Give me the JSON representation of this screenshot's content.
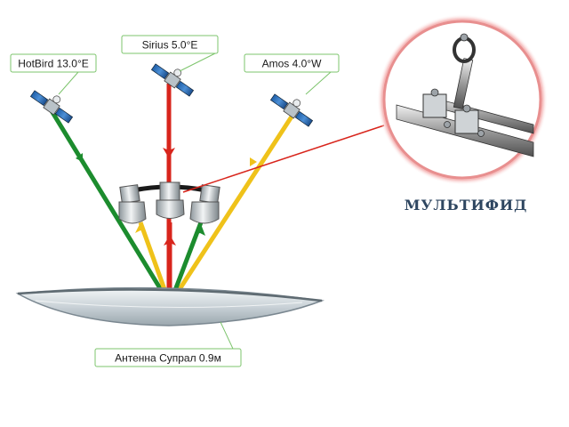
{
  "satellites": [
    {
      "id": "hotbird",
      "label": "HotBird 13.0°E",
      "color": "#1c8c2e"
    },
    {
      "id": "sirius",
      "label": "Sirius 5.0°E",
      "color": "#d8251c"
    },
    {
      "id": "amos",
      "label": "Amos 4.0°W",
      "color": "#efc21a"
    }
  ],
  "antenna": {
    "label": "Антенна Супрал 0.9м"
  },
  "multifeed": {
    "label": "МУЛЬТИФИД"
  },
  "colors": {
    "callout_border": "#7cc46c",
    "callout_fill": "#ffffff",
    "connector_line": "#d8251c",
    "zoom_ring": "#e88f8f",
    "dish_rim": "#7a8790"
  }
}
